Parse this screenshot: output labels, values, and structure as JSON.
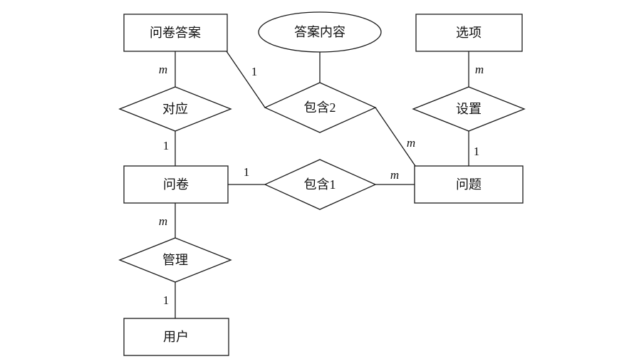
{
  "entities": {
    "questionnaire_answer": "问卷答案",
    "questionnaire": "问卷",
    "user": "用户",
    "option": "选项",
    "question": "问题"
  },
  "attributes": {
    "answer_content": "答案内容"
  },
  "relationships": {
    "correspond": "对应",
    "contain2": "包含2",
    "contain1": "包含1",
    "setting": "设置",
    "manage": "管理"
  },
  "cardinalities": {
    "answer_correspond": "m",
    "correspond_questionnaire": "1",
    "answer_contain2": "1",
    "contain2_question": "m",
    "option_setting": "m",
    "setting_question": "1",
    "questionnaire_contain1": "1",
    "contain1_question": "m",
    "questionnaire_manage": "m",
    "manage_user": "1"
  }
}
